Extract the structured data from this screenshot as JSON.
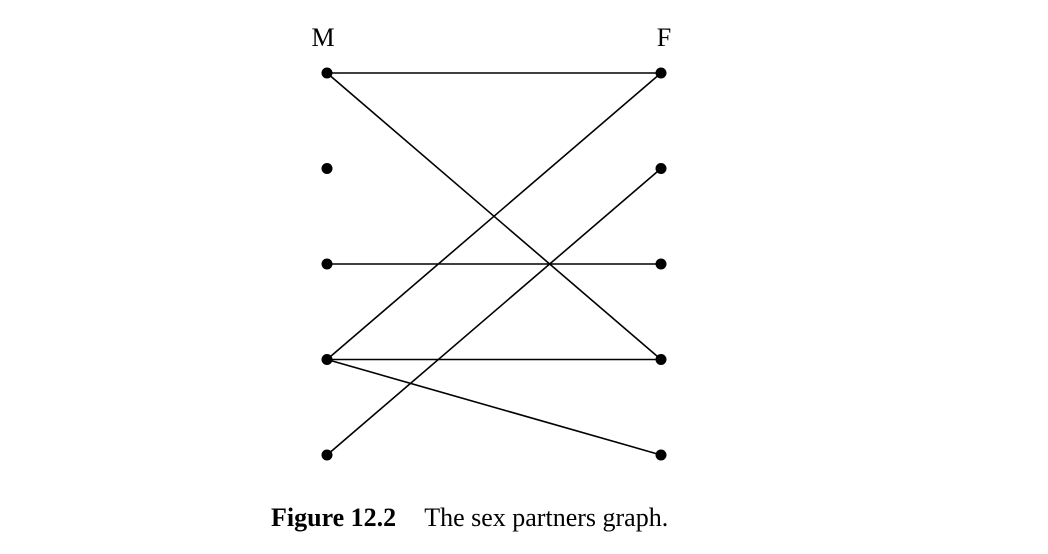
{
  "figure": {
    "left_label": "M",
    "right_label": "F",
    "caption_number": "Figure 12.2",
    "caption_text": "The sex partners graph."
  },
  "graph": {
    "left_vertices": [
      "M1",
      "M2",
      "M3",
      "M4",
      "M5"
    ],
    "right_vertices": [
      "F1",
      "F2",
      "F3",
      "F4",
      "F5"
    ],
    "edges": [
      [
        "M1",
        "F1"
      ],
      [
        "M1",
        "F4"
      ],
      [
        "M3",
        "F3"
      ],
      [
        "M4",
        "F1"
      ],
      [
        "M4",
        "F4"
      ],
      [
        "M4",
        "F5"
      ],
      [
        "M5",
        "F2"
      ]
    ]
  }
}
